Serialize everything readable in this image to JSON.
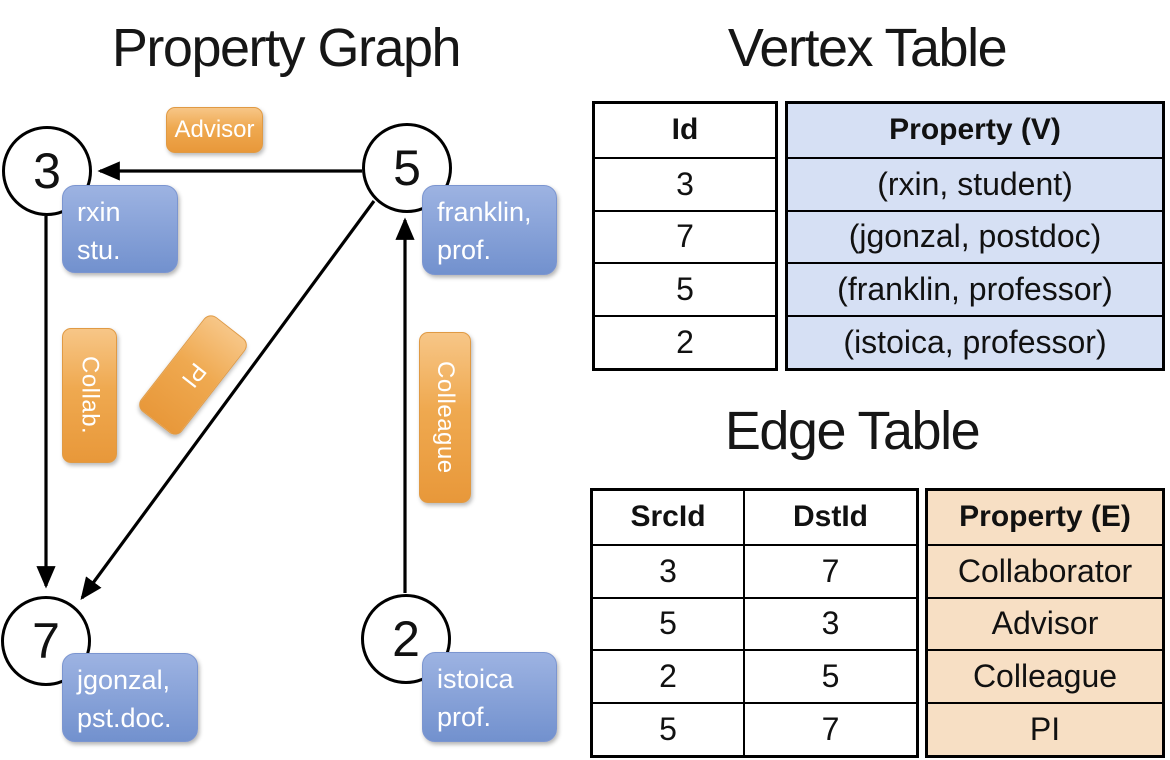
{
  "titles": {
    "property_graph": "Property Graph",
    "vertex_table": "Vertex Table",
    "edge_table": "Edge Table"
  },
  "colors": {
    "orange_label_top": "#f7c687",
    "orange_label_bottom": "#e8983a",
    "blue_label_top": "#9db3e2",
    "blue_label_bottom": "#7291ce",
    "vertex_property_fill": "#d6e0f4",
    "edge_property_fill": "#f7dfc4",
    "line_color": "#000000"
  },
  "graph": {
    "nodes": [
      {
        "id": "3",
        "line1": "rxin",
        "line2": "stu."
      },
      {
        "id": "5",
        "line1": "franklin,",
        "line2": "prof."
      },
      {
        "id": "7",
        "line1": "jgonzal,",
        "line2": "pst.doc."
      },
      {
        "id": "2",
        "line1": "istoica",
        "line2": "prof."
      }
    ],
    "edge_labels": {
      "advisor": "Advisor",
      "collab": "Collab.",
      "pi": "PI",
      "colleague": "Colleague"
    },
    "edges": [
      {
        "src": "5",
        "dst": "3",
        "label": "Advisor"
      },
      {
        "src": "3",
        "dst": "7",
        "label": "Collab."
      },
      {
        "src": "5",
        "dst": "7",
        "label": "PI"
      },
      {
        "src": "2",
        "dst": "5",
        "label": "Colleague"
      }
    ]
  },
  "vertex_table": {
    "headers": {
      "id": "Id",
      "property": "Property (V)"
    },
    "rows": [
      {
        "id": "3",
        "property": "(rxin, student)"
      },
      {
        "id": "7",
        "property": "(jgonzal, postdoc)"
      },
      {
        "id": "5",
        "property": "(franklin, professor)"
      },
      {
        "id": "2",
        "property": "(istoica, professor)"
      }
    ]
  },
  "edge_table": {
    "headers": {
      "src": "SrcId",
      "dst": "DstId",
      "property": "Property (E)"
    },
    "rows": [
      {
        "src": "3",
        "dst": "7",
        "property": "Collaborator"
      },
      {
        "src": "5",
        "dst": "3",
        "property": "Advisor"
      },
      {
        "src": "2",
        "dst": "5",
        "property": "Colleague"
      },
      {
        "src": "5",
        "dst": "7",
        "property": "PI"
      }
    ]
  }
}
